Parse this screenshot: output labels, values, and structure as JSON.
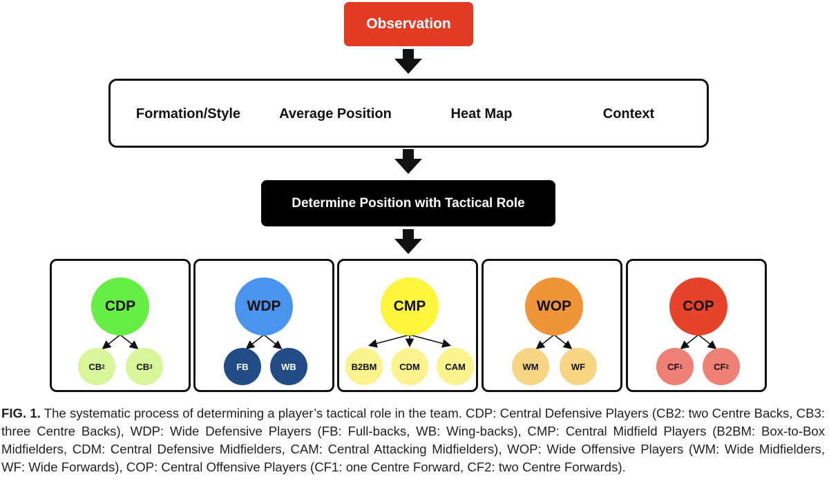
{
  "observation": "Observation",
  "factors": [
    {
      "label": "Formation/Style",
      "color": "#c57af2"
    },
    {
      "label": "Average Position",
      "color": "#f3b13b"
    },
    {
      "label": "Heat Map",
      "color": "#7dd65a"
    },
    {
      "label": "Context",
      "color": "#4a9cf4"
    }
  ],
  "determine": "Determine Position with Tactical Role",
  "groups": [
    {
      "label": "CDP",
      "color": "#66ee44",
      "sub_color": "#d8f59a",
      "subs": [
        {
          "base": "CB",
          "sup": "2"
        },
        {
          "base": "CB",
          "sup": "3"
        }
      ]
    },
    {
      "label": "WDP",
      "color": "#4a94ef",
      "sub_color": "#224c86",
      "subs": [
        {
          "base": "FB",
          "sup": ""
        },
        {
          "base": "WB",
          "sup": ""
        }
      ]
    },
    {
      "label": "CMP",
      "color": "#fcf53b",
      "sub_color": "#fbf48e",
      "subs": [
        {
          "base": "B2BM",
          "sup": ""
        },
        {
          "base": "CDM",
          "sup": ""
        },
        {
          "base": "CAM",
          "sup": ""
        }
      ]
    },
    {
      "label": "WOP",
      "color": "#ef9438",
      "sub_color": "#f7d583",
      "subs": [
        {
          "base": "WM",
          "sup": ""
        },
        {
          "base": "WF",
          "sup": ""
        }
      ]
    },
    {
      "label": "COP",
      "color": "#e5432a",
      "sub_color": "#ee8075",
      "subs": [
        {
          "base": "CF",
          "sup": "1"
        },
        {
          "base": "CF",
          "sup": "2"
        }
      ]
    }
  ],
  "caption": {
    "fig_label": "FIG. 1.",
    "text": " The systematic process of determining a player’s tactical role in the team. CDP: Central Defensive Players (CB2: two Centre Backs, CB3: three Centre Backs), WDP: Wide Defensive Players (FB: Full-backs, WB: Wing-backs), CMP: Central Midfield Players (B2BM: Box-to-Box Midfielders, CDM: Central Defensive Midfielders, CAM: Central Attacking Midfielders), WOP: Wide Offensive Players (WM: Wide Midfielders, WF: Wide Forwards), COP: Central Offensive Players (CF1: one Centre Forward, CF2:  two Centre Forwards)."
  }
}
